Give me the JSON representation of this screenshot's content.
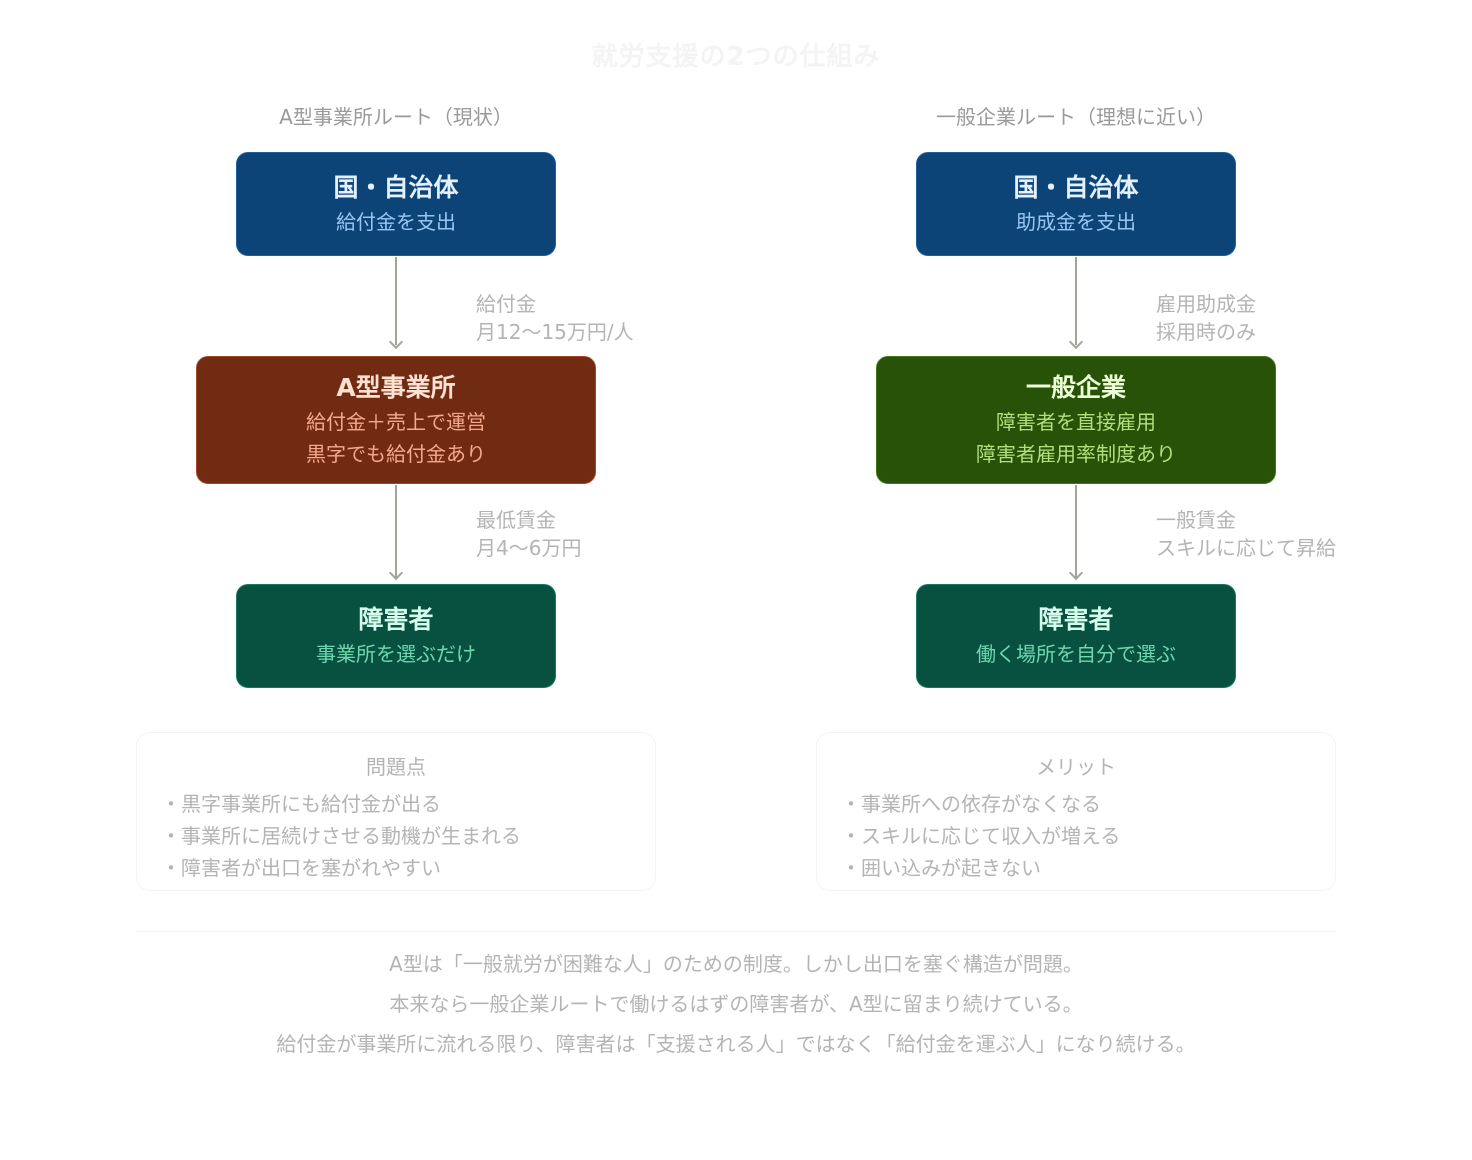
{
  "title": "就労支援の2つの仕組み",
  "left": {
    "heading": "A型事業所ルート（現状）",
    "nodes": [
      {
        "title": "国・自治体",
        "lines": [
          "給付金を支出"
        ]
      },
      {
        "title": "A型事業所",
        "lines": [
          "給付金＋売上で運営",
          "黒字でも給付金あり"
        ]
      },
      {
        "title": "障害者",
        "lines": [
          "事業所を選ぶだけ"
        ]
      }
    ],
    "edges": [
      {
        "lines": [
          "給付金",
          "月12〜15万円/人"
        ]
      },
      {
        "lines": [
          "最低賃金",
          "月4〜6万円"
        ]
      }
    ],
    "panel": {
      "heading": "問題点",
      "items": [
        "黒字事業所にも給付金が出る",
        "事業所に居続けさせる動機が生まれる",
        "障害者が出口を塞がれやすい"
      ]
    }
  },
  "right": {
    "heading": "一般企業ルート（理想に近い）",
    "nodes": [
      {
        "title": "国・自治体",
        "lines": [
          "助成金を支出"
        ]
      },
      {
        "title": "一般企業",
        "lines": [
          "障害者を直接雇用",
          "障害者雇用率制度あり"
        ]
      },
      {
        "title": "障害者",
        "lines": [
          "働く場所を自分で選ぶ"
        ]
      }
    ],
    "edges": [
      {
        "lines": [
          "雇用助成金",
          "採用時のみ"
        ]
      },
      {
        "lines": [
          "一般賃金",
          "スキルに応じて昇給"
        ]
      }
    ],
    "panel": {
      "heading": "メリット",
      "items": [
        "事業所への依存がなくなる",
        "スキルに応じて収入が増える",
        "囲い込みが起きない"
      ]
    }
  },
  "summary": [
    "A型は「一般就労が困難な人」のための制度。しかし出口を塞ぐ構造が問題。",
    "本来なら一般企業ルートで働けるはずの障害者が、A型に留まり続けている。",
    "給付金が事業所に流れる限り、障害者は「支援される人」ではなく「給付金を運ぶ人」になり続ける。"
  ]
}
